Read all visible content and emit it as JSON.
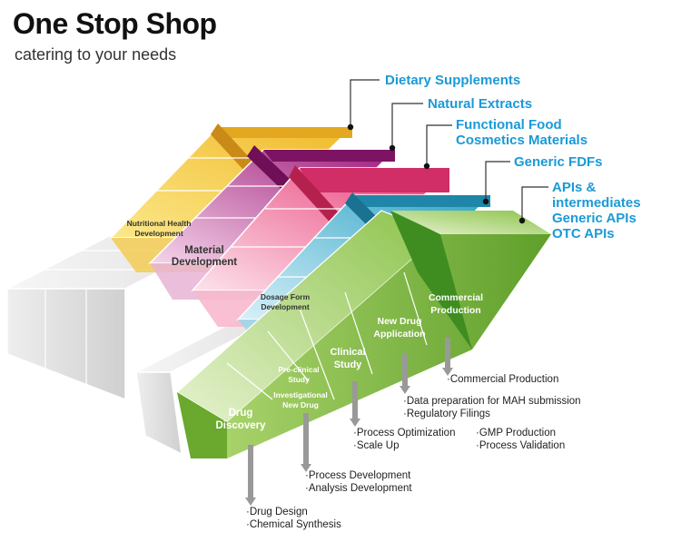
{
  "header": {
    "title": "One Stop Shop",
    "subtitle": "catering to your needs"
  },
  "callouts": [
    {
      "id": "dietary",
      "lines": [
        "Dietary Supplements"
      ],
      "color": "#f2c12e"
    },
    {
      "id": "natural",
      "lines": [
        "Natural Extracts"
      ],
      "color": "#9b1e7a"
    },
    {
      "id": "functional",
      "lines": [
        "Functional Food",
        "Cosmetics Materials"
      ],
      "color": "#e8457a"
    },
    {
      "id": "generic_fdfs",
      "lines": [
        "Generic FDFs"
      ],
      "color": "#2fa6c8"
    },
    {
      "id": "apis",
      "lines": [
        "APIs & intermediates",
        "Generic APIs",
        "OTC APIs"
      ],
      "color": "#7ab63a"
    }
  ],
  "stages_upper": {
    "nutritional": "Nutritional Health\nDevelopment",
    "material": "Material\nDevelopment",
    "dosage": "Dosage Form\nDevelopment"
  },
  "stages_green": [
    {
      "id": "drug_discovery",
      "label": "Drug\nDiscovery"
    },
    {
      "id": "preclinical",
      "label": "Pre-clinical\nStudy"
    },
    {
      "id": "ind",
      "label": "Investigational\nNew Drug"
    },
    {
      "id": "clinical",
      "label": "Clinical\nStudy"
    },
    {
      "id": "nda",
      "label": "New Drug\nApplication"
    },
    {
      "id": "commercial",
      "label": "Commercial\nProduction"
    }
  ],
  "services": [
    {
      "id": "commercial_production",
      "lines": [
        "·Commercial Production"
      ]
    },
    {
      "id": "nda_services",
      "lines": [
        "·Data preparation for MAH submission",
        "·Regulatory Filings"
      ]
    },
    {
      "id": "clinical_services",
      "lines": [
        "·Process Optimization",
        "·Scale Up"
      ]
    },
    {
      "id": "gmp_services",
      "lines": [
        "·GMP Production",
        "·Process Validation"
      ]
    },
    {
      "id": "ind_services",
      "lines": [
        "·Process Development",
        "·Analysis Development"
      ]
    },
    {
      "id": "discovery_services",
      "lines": [
        "·Drug Design",
        "·Chemical Synthesis"
      ]
    }
  ],
  "colors": {
    "yellow": "#f5d04a",
    "magenta": "#a3237f",
    "pink": "#ee5b8c",
    "cyan": "#4fb7d6",
    "green": "#7ab63a",
    "grey": "#d9d9d9",
    "callout_text": "#1a9ad6"
  }
}
